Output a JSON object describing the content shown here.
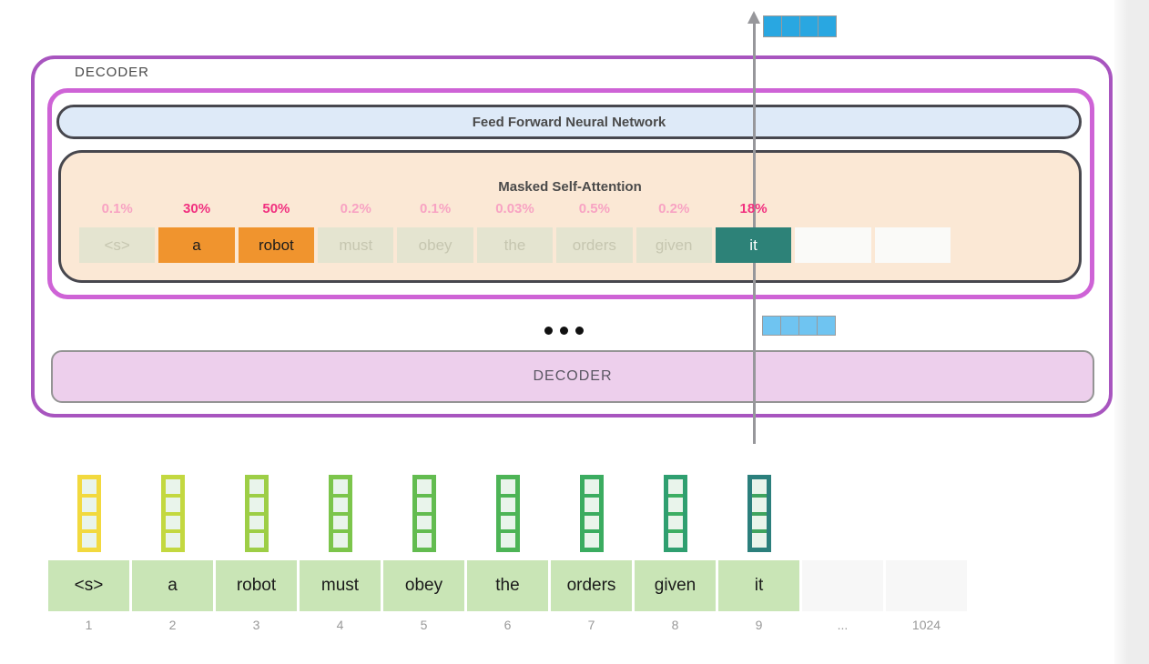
{
  "decoder_outer": {
    "label": "DECODER"
  },
  "ffnn": {
    "label": "Feed Forward Neural Network"
  },
  "attention": {
    "title": "Masked Self-Attention",
    "tokens": [
      {
        "text": "<s>",
        "style": "faded",
        "pct": "0.1%",
        "pct_bold": false
      },
      {
        "text": "a",
        "style": "orange",
        "pct": "30%",
        "pct_bold": true
      },
      {
        "text": "robot",
        "style": "orange",
        "pct": "50%",
        "pct_bold": true
      },
      {
        "text": "must",
        "style": "faded",
        "pct": "0.2%",
        "pct_bold": false
      },
      {
        "text": "obey",
        "style": "faded",
        "pct": "0.1%",
        "pct_bold": false
      },
      {
        "text": "the",
        "style": "faded",
        "pct": "0.03%",
        "pct_bold": false
      },
      {
        "text": "orders",
        "style": "faded",
        "pct": "0.5%",
        "pct_bold": false
      },
      {
        "text": "given",
        "style": "faded",
        "pct": "0.2%",
        "pct_bold": false
      },
      {
        "text": "it",
        "style": "selected",
        "pct": "18%",
        "pct_bold": true
      },
      {
        "text": "",
        "style": "empty",
        "pct": "",
        "pct_bold": false
      },
      {
        "text": "",
        "style": "empty",
        "pct": "",
        "pct_bold": false
      }
    ]
  },
  "decoder_bar": {
    "label": "DECODER"
  },
  "output_vector": {
    "cells": 4
  },
  "hidden_vector": {
    "cells": 4
  },
  "mid_ellipsis_dots": 3,
  "input": {
    "tokens": [
      "<s>",
      "a",
      "robot",
      "must",
      "obey",
      "the",
      "orders",
      "given",
      "it",
      "",
      ""
    ],
    "positions": [
      "1",
      "2",
      "3",
      "4",
      "5",
      "6",
      "7",
      "8",
      "9",
      "...",
      "1024"
    ],
    "embeddings": [
      {
        "color": "#F2D93E",
        "divider": "#F2D93E"
      },
      {
        "color": "#C3D840",
        "divider": "#C3D840"
      },
      {
        "color": "#9DCE46",
        "divider": "#9DCE46"
      },
      {
        "color": "#7CC54B",
        "divider": "#7CC54B"
      },
      {
        "color": "#63BC50",
        "divider": "#63BC50"
      },
      {
        "color": "#4DB456",
        "divider": "#4DB456"
      },
      {
        "color": "#3BAC60",
        "divider": "#3BAC60"
      },
      {
        "color": "#2F9F70",
        "divider": "#3DAE63"
      },
      {
        "color": "#2B7F7C",
        "divider": "#3FA45F"
      }
    ]
  },
  "colors": {
    "accent_purple_outer": "#A855BF",
    "accent_purple_inner": "#CE63D6",
    "box_border_dark": "#47474E",
    "ffnn_fill": "#DEEAF8",
    "attn_fill": "#FBE8D5",
    "pct_light": "#F8A3C3",
    "pct_bold": "#F1307F",
    "token_faded_bg": "#E4E4D0",
    "token_faded_text": "#C6C6B0",
    "token_orange": "#F0942E",
    "token_selected": "#2D8278",
    "token_empty": "#FAFAF8",
    "decoder_bar_fill": "#EDCFEC",
    "decoder_bar_border": "#949494",
    "bar_text": "#5A5662",
    "vec_top": "#29A7E1",
    "vec_mid": "#6FC4F1",
    "vec_border": "#9A9A9A",
    "arrow": "#97979B",
    "input_token_bg": "#C9E5B6",
    "input_empty_bg": "#F7F7F7",
    "embed_cell": "#E9F4EB",
    "num_gray": "#999999",
    "label_dark": "#4A4A4A",
    "edge_strip": "#EDEDED"
  }
}
